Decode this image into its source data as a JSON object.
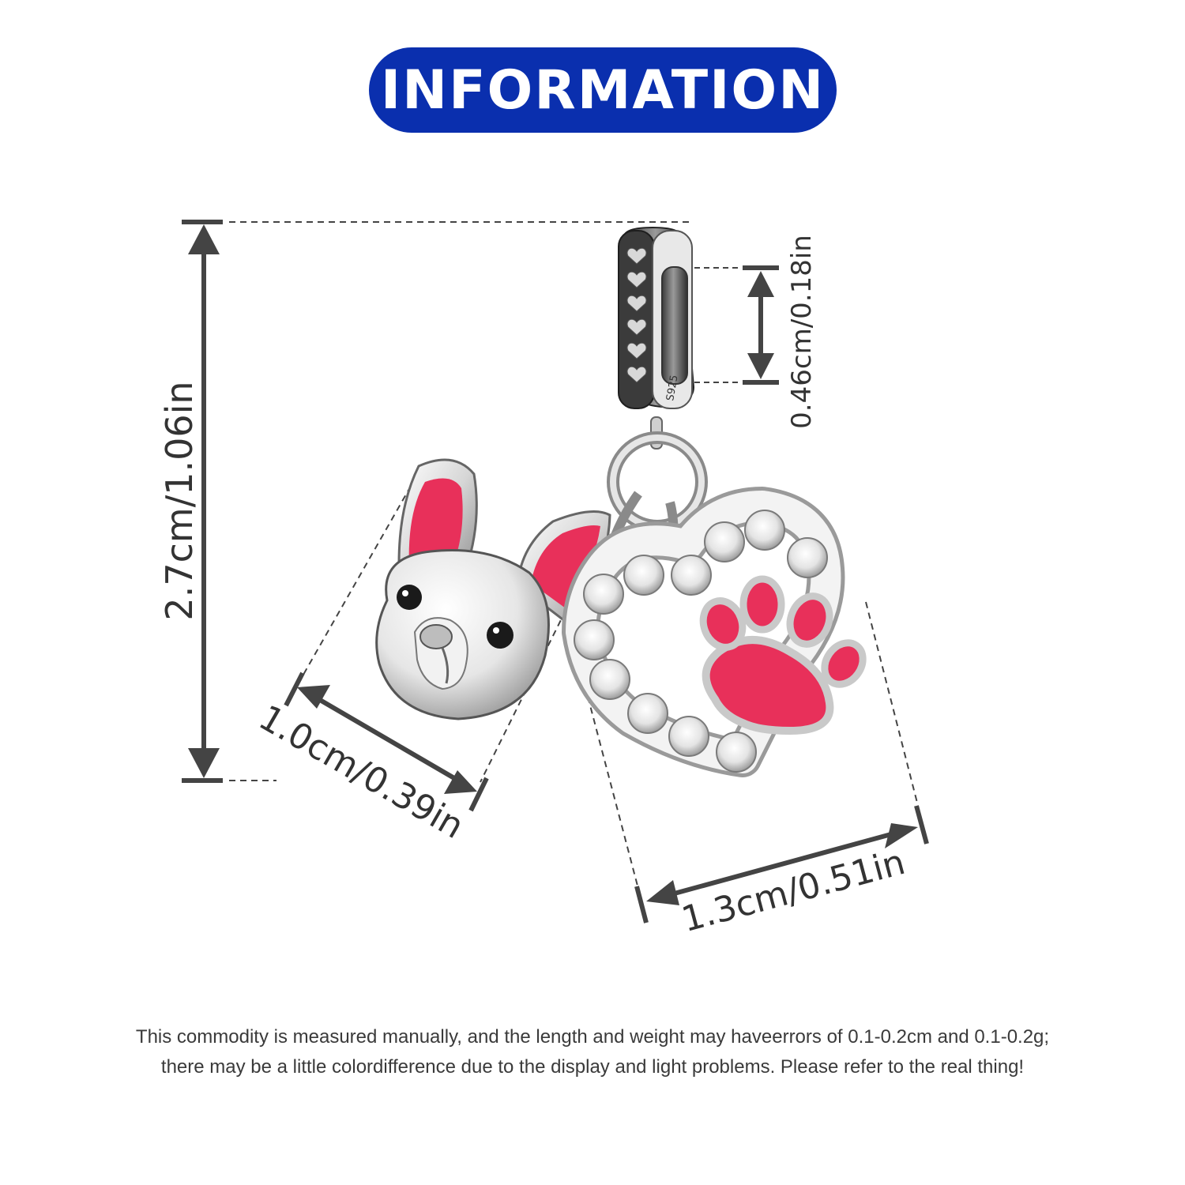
{
  "header": {
    "title": "INFORMATION"
  },
  "dimensions": {
    "total_height": "2.7cm/1.06in",
    "bail_hole": "0.46cm/0.18in",
    "dog_width": "1.0cm/0.39in",
    "heart_width": "1.3cm/0.51in"
  },
  "product": {
    "stamp": "S925"
  },
  "disclaimer": {
    "line1": "This commodity is measured manually, and the length and weight may haveerrors of 0.1-0.2cm and 0.1-0.2g;",
    "line2": "there may be a little colordifference due to the display and light problems. Please refer to the real thing!"
  },
  "colors": {
    "header_bg": "#0a2fae",
    "enamel_pink": "#e8305a",
    "silver": "#d9d9d9",
    "dimension_line": "#444444"
  },
  "icons": [
    "arrow-icon",
    "dog-head-charm",
    "paw-heart-charm",
    "bail-bead"
  ]
}
